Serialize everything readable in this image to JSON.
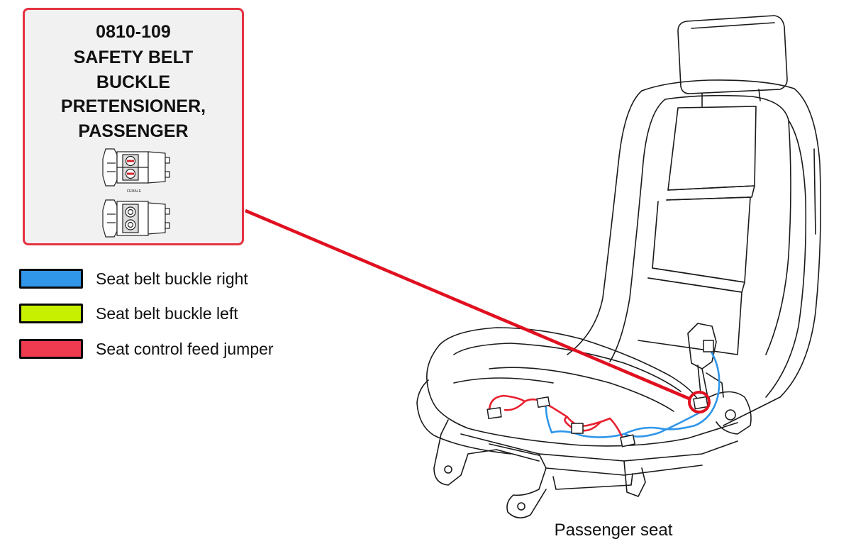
{
  "callout": {
    "code": "0810-109",
    "title_lines": [
      "SAFETY BELT",
      "BUCKLE",
      "PRETENSIONER,",
      "PASSENGER"
    ],
    "connector_female_label": "FEMALE",
    "border_color": "#e53340"
  },
  "legend": [
    {
      "label": "Seat belt buckle right",
      "color": "#2f96ea"
    },
    {
      "label": "Seat belt buckle left",
      "color": "#c6f000"
    },
    {
      "label": "Seat control feed jumper",
      "color": "#ef3b50"
    }
  ],
  "caption": "Passenger seat",
  "wires": {
    "blue": "#2f96ea",
    "red": "#e8202e",
    "leader": "#e01020"
  }
}
